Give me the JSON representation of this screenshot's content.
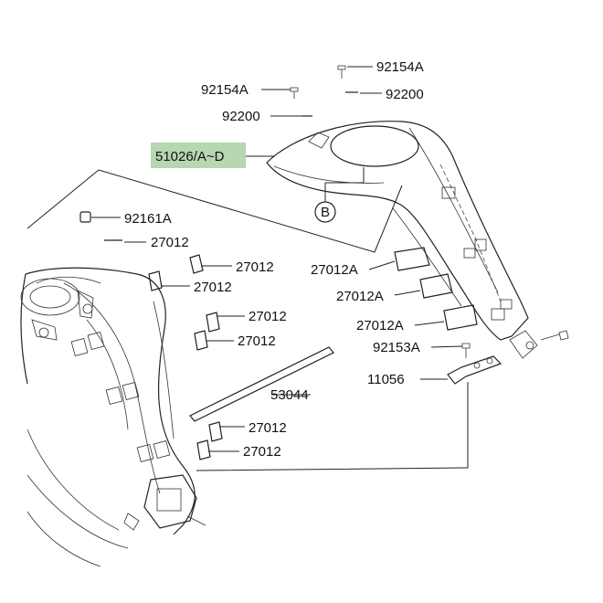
{
  "part_labels": {
    "p92154a_top": "92154A",
    "p92154a_left": "92154A",
    "p92200_right": "92200",
    "p92200_left": "92200",
    "p51026": "51026/A~D",
    "pB": "B",
    "p92161a": "92161A",
    "p27012_a": "27012",
    "p27012_b": "27012",
    "p27012_c": "27012",
    "p27012a_1": "27012A",
    "p27012a_2": "27012A",
    "p27012a_3": "27012A",
    "p27012_d": "27012",
    "p27012_e": "27012",
    "p92153a": "92153A",
    "p53044": "53044",
    "p11056": "11056",
    "p27012_f": "27012",
    "p27012_g": "27012"
  },
  "highlight_color": "#b6d7b0"
}
